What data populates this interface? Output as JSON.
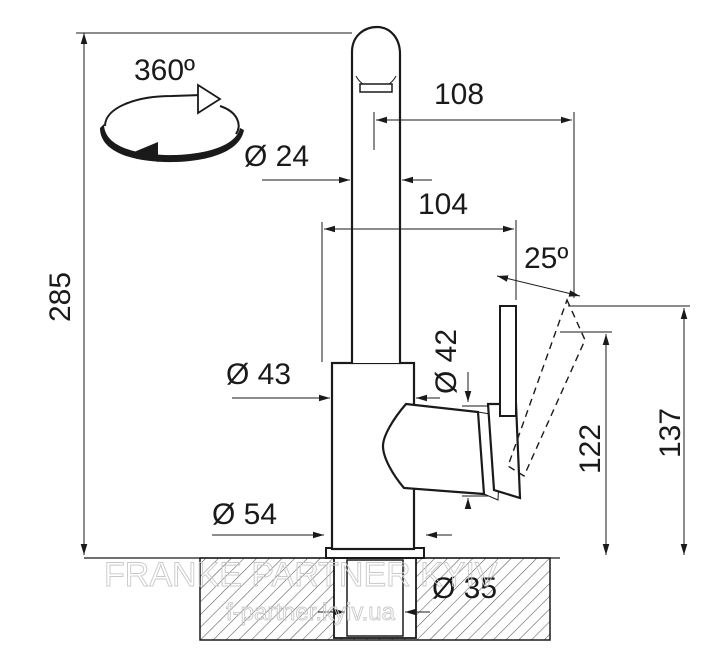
{
  "dimensions": {
    "rotation": "360º",
    "spout_reach": "108",
    "spout_diameter": "Ø 24",
    "body_reach": "104",
    "lever_angle": "25º",
    "body_diameter": "Ø 43",
    "lever_diameter": "Ø 42",
    "total_height": "285",
    "lever_height_1": "122",
    "lever_height_2": "137",
    "base_diameter": "Ø 54",
    "shank_diameter": "Ø 35"
  },
  "watermark": {
    "line1": "FRANKE PARTNER KYIV",
    "line2": "f-partner.kyiv.ua"
  },
  "colors": {
    "line": "#1a1a1a",
    "watermark": "#c9c9c9",
    "background": "#ffffff"
  },
  "icons": [
    "rotation-arrow-icon"
  ]
}
